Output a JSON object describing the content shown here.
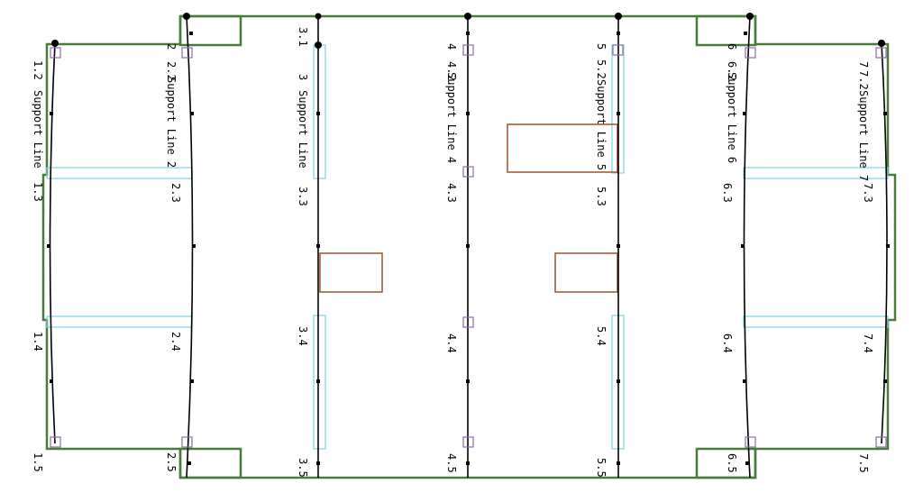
{
  "colors": {
    "slab_outline": "#4a7a3c",
    "support_line": "#000000",
    "strip": "#7fd0e6",
    "opening": "#a0522d",
    "node_marker": "#8a6ab0"
  },
  "labels": {
    "l1_2": "1.2",
    "l1_3": "1.3",
    "l1_4": "1.4",
    "l1_5": "1.5",
    "sl1": "Support Line",
    "l2_1": "2",
    "l2_2": "2.2",
    "sl2": "Support Line 2",
    "l2_3": "2.3",
    "l2_4": "2.4",
    "l2_5": "2.5",
    "l3_1": "3.1",
    "l3_2": "3",
    "sl3": "Support Line",
    "l3_3": "3.3",
    "l3_4": "3.4",
    "l3_5": "3.5",
    "l4_1": "4",
    "l4_2": "4.2",
    "sl4": "Support Line 4",
    "l4_3": "4.3",
    "l4_4": "4.4",
    "l4_5": "4.5",
    "l5_1": "5",
    "l5_2": "5.2",
    "sl5": "Support Line 5",
    "l5_3": "5.3",
    "l5_4": "5.4",
    "l5_5": "5.5",
    "l6_1": "6",
    "l6_2": "6.2",
    "sl6": "Support Line 6",
    "l6_3": "6.3",
    "l6_4": "6.4",
    "l6_5": "6.5",
    "l7_1": "7",
    "l7_2": "7.2",
    "sl7": "Support Line 7",
    "l7_3": "7.3",
    "l7_4": "7.4",
    "l7_5": "7.5"
  }
}
